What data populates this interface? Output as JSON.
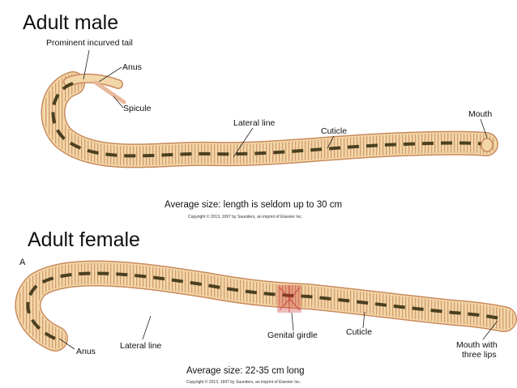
{
  "male": {
    "heading": "Adult male",
    "labels": {
      "tail": "Prominent incurved tail",
      "anus": "Anus",
      "spicule": "Spicule",
      "lateral_line": "Lateral line",
      "cuticle": "Cuticle",
      "mouth": "Mouth"
    },
    "caption": "Average size: length is seldom up to 30 cm",
    "copyright": "Copyright © 2013, 1997 by Saunders, an imprint of Elsevier Inc."
  },
  "female": {
    "heading": "Adult female",
    "panel_letter": "A",
    "labels": {
      "lateral_line": "Lateral line",
      "anus": "Anus",
      "genital_girdle": "Genital girdle",
      "cuticle": "Cuticle",
      "mouth_line1": "Mouth with",
      "mouth_line2": "three lips"
    },
    "caption": "Average size: 22-35 cm long",
    "copyright": "Copyright © 2013, 1997 by Saunders, an imprint of Elsevier Inc."
  },
  "colors": {
    "body_fill": "#f3d7a8",
    "body_outline": "#c88a5e",
    "lateral_line": "#4a4020",
    "spicule": "#e8b89a",
    "girdle": "#d04040"
  }
}
